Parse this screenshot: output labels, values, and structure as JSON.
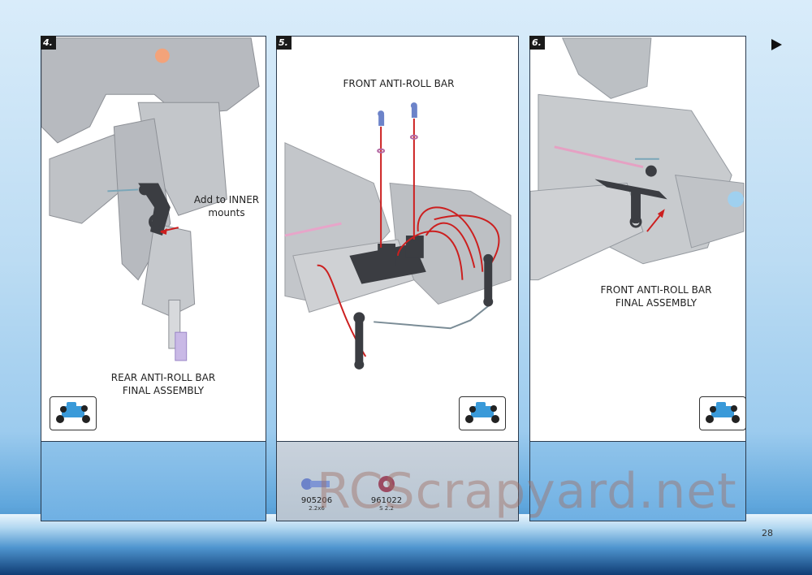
{
  "page": {
    "number": "28",
    "next_arrow_icon": "play-arrow-icon"
  },
  "steps": [
    {
      "number": "4.",
      "caption_line1": "REAR ANTI-ROLL BAR",
      "caption_line2": "FINAL ASSEMBLY",
      "note_line1": "Add to INNER",
      "note_line2": "mounts",
      "icon": "car-icon"
    },
    {
      "number": "5.",
      "caption": "FRONT ANTI-ROLL BAR",
      "icon": "car-icon",
      "parts": [
        {
          "code": "905206",
          "size": "2.2x6",
          "icon": "screw-icon"
        },
        {
          "code": "961022",
          "size": "S 2.2",
          "icon": "washer-icon"
        }
      ]
    },
    {
      "number": "6.",
      "caption_line1": "FRONT ANTI-ROLL BAR",
      "caption_line2": "FINAL ASSEMBLY",
      "icon": "car-icon"
    }
  ],
  "watermark": "RCScrapyard.net",
  "colors": {
    "accent_red": "#cc1f1f",
    "chassis_grey": "#a9acb1",
    "car_blue": "#3a9ad9"
  }
}
